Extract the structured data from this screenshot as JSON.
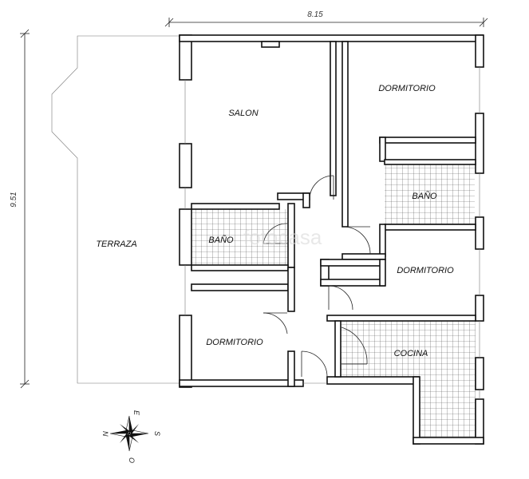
{
  "dimensions": {
    "width_label": "8.15",
    "height_label": "9.51"
  },
  "rooms": {
    "terraza": "TERRAZA",
    "salon": "SALON",
    "dormitorio_1": "DORMITORIO",
    "bano_1": "BAÑO",
    "dormitorio_2": "DORMITORIO",
    "bano_2": "BAÑO",
    "dormitorio_3": "DORMITORIO",
    "cocina": "COCINA"
  },
  "compass": {
    "east": "E",
    "north": "N",
    "south": "S",
    "west": "O"
  },
  "watermark": "fotocasa"
}
